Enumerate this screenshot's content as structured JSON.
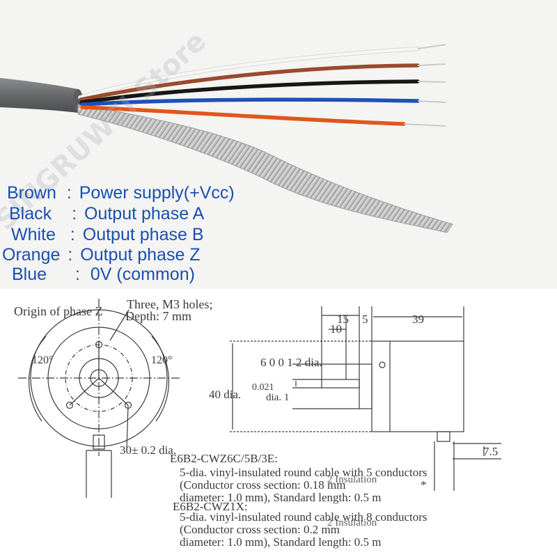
{
  "watermark": "SINGRUWEI Store",
  "colors": {
    "legend_text": "#1a4fb0",
    "cable_jacket": "#6a6c6e",
    "shield": "#b9b9b9",
    "wire_white": "#f6f6f3",
    "wire_brown": "#9a4a2c",
    "wire_black": "#161616",
    "wire_blue": "#1f4fb8",
    "wire_orange": "#e0561a",
    "drawing_ink": "#3a3a3a"
  },
  "legend": [
    {
      "color": "Brown",
      "sep": ":",
      "meaning": "Power supply(+Vcc)"
    },
    {
      "color": "Black",
      "sep": ":",
      "meaning": "Output phase A"
    },
    {
      "color": "White",
      "sep": ":",
      "meaning": "Output phase B"
    },
    {
      "color": "Orange",
      "sep": ":",
      "meaning": "Output phase Z"
    },
    {
      "color": "Blue",
      "sep": ":",
      "meaning": "0V (common)"
    }
  ],
  "drawing": {
    "origin_label": "Origin of phase Z",
    "holes_label_1": "Three, M3 holes;",
    "holes_label_2": "Depth: 7 mm",
    "angle_left": "120°",
    "angle_right": "120°",
    "bolt_circle": "30± 0.2 dia.",
    "dim_15": "15",
    "dim_10": "10",
    "dim_5": "5",
    "dim_39": "39",
    "shaft_dia": "6  0  0 1 2  dia.",
    "shaft_tol": "0.021",
    "boss_dia": "dia. 1",
    "body_dia": "40 dia.",
    "dim_7_5": "7.5",
    "model_1": "E6B2-CWZ6C/5B/3E:",
    "model_1_line_1": "5-dia. vinyl-insulated round cable with 5 conductors",
    "model_1_line_2": "(Conductor cross section: 0.18 mm",
    "model_1_line_3": "diameter: 1.0 mm), Standard length: 0.5 m",
    "model_2": "E6B2-CWZ1X:",
    "model_2_line_1": "5-dia. vinyl-insulated round cable with 8 conductors",
    "model_2_line_2": "(Conductor cross section: 0.2 mm",
    "model_2_line_3": "diameter: 1.0 mm), Standard length: 0.5 m",
    "insulation_1": "2 Insulation",
    "insulation_2": "2 Insulation",
    "star": "*"
  }
}
